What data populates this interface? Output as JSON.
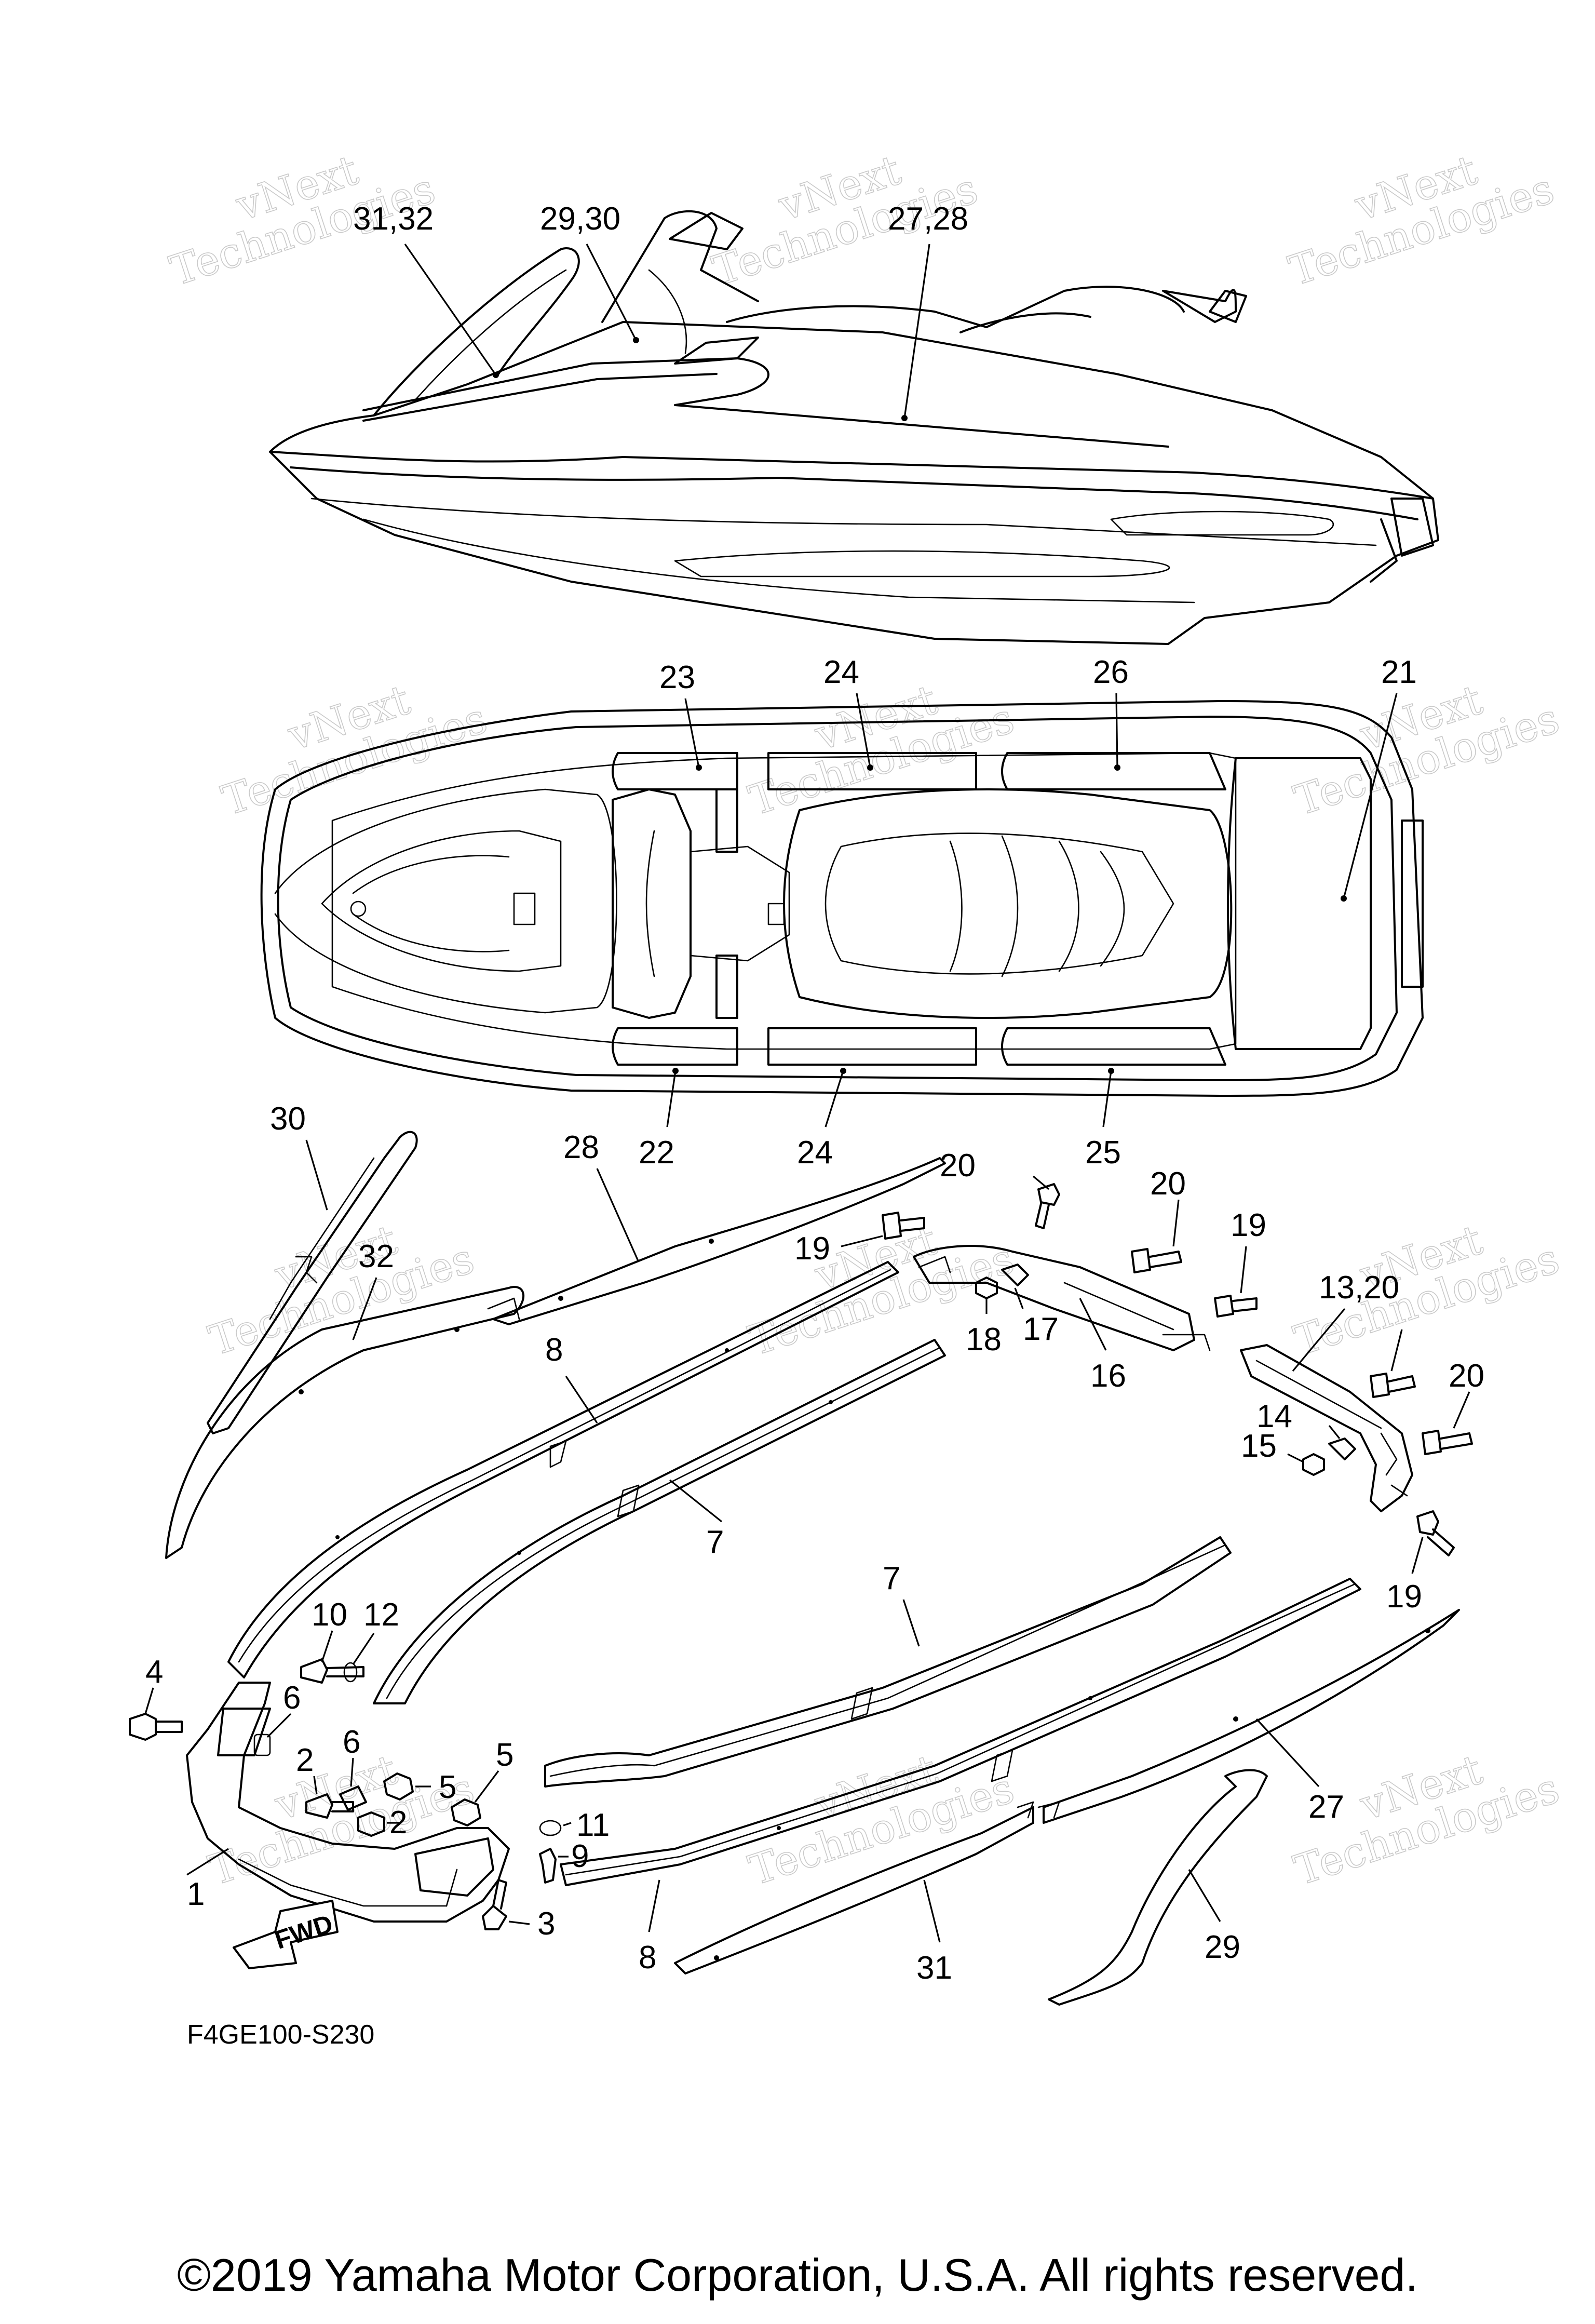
{
  "diagram_code": "F4GE100-S230",
  "copyright": "©2019 Yamaha Motor Corporation, U.S.A. All rights reserved.",
  "fwd_label": "FWD",
  "watermark": {
    "line1": "vNext",
    "line2": "Technologies"
  },
  "callouts": {
    "c1": "1",
    "c2a": "2",
    "c2b": "2",
    "c3": "3",
    "c4": "4",
    "c5a": "5",
    "c5b": "5",
    "c6a": "6",
    "c6b": "6",
    "c7a": "7",
    "c7b": "7",
    "c8a": "8",
    "c8b": "8",
    "c9": "9",
    "c10": "10",
    "c11": "11",
    "c12": "12",
    "c13_20": "13,20",
    "c14": "14",
    "c15": "15",
    "c16": "16",
    "c17": "17",
    "c18": "18",
    "c19a": "19",
    "c19b": "19",
    "c19c": "19",
    "c20a": "20",
    "c20b": "20",
    "c20c": "20",
    "c21": "21",
    "c22": "22",
    "c23": "23",
    "c24a": "24",
    "c24b": "24",
    "c25": "25",
    "c26": "26",
    "c27": "27",
    "c28": "28",
    "c29": "29",
    "c30": "30",
    "c31": "31",
    "c32": "32",
    "c27_28": "27,28",
    "c29_30": "29,30",
    "c31_32": "31,32"
  }
}
